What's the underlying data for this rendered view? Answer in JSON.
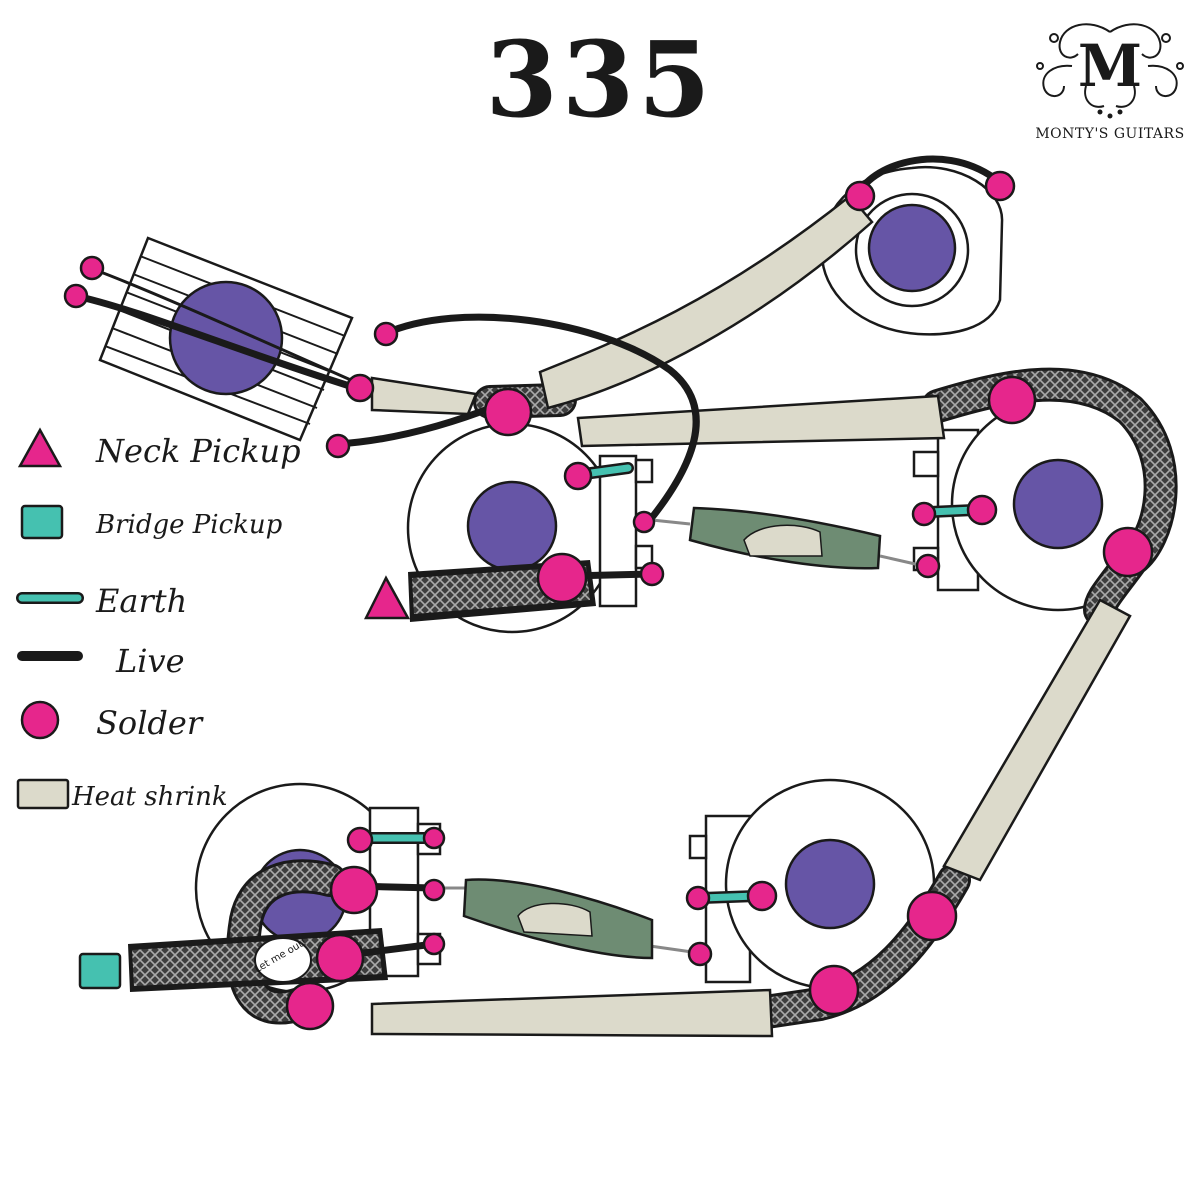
{
  "diagram": {
    "title": "335",
    "brand": {
      "name": "MONTY'S GUITARS",
      "logo_letter": "M"
    },
    "tag_text": "Let me out!"
  },
  "legend": [
    {
      "key": "neck",
      "label": "Neck Pickup",
      "icon": "triangle-icon",
      "color": "#e6268c"
    },
    {
      "key": "bridge",
      "label": "Bridge Pickup",
      "icon": "square-icon",
      "color": "#45c1b0"
    },
    {
      "key": "earth",
      "label": "Earth",
      "icon": "earth-wire-icon",
      "color": "#45c1b0"
    },
    {
      "key": "live",
      "label": "Live",
      "icon": "live-wire-icon",
      "color": "#1a1a1a"
    },
    {
      "key": "solder",
      "label": "Solder",
      "icon": "solder-dot-icon",
      "color": "#e6268c"
    },
    {
      "key": "heatshrink",
      "label": "Heat shrink",
      "icon": "heat-shrink-icon",
      "color": "#dcdacb"
    }
  ],
  "colors": {
    "pot_shaft": "#6655a6",
    "solder": "#e6268c",
    "earth": "#45c1b0",
    "live": "#1a1a1a",
    "heat_shrink": "#dcdacb",
    "capacitor": "#6e8c73",
    "braid": "#4a4a4a"
  }
}
